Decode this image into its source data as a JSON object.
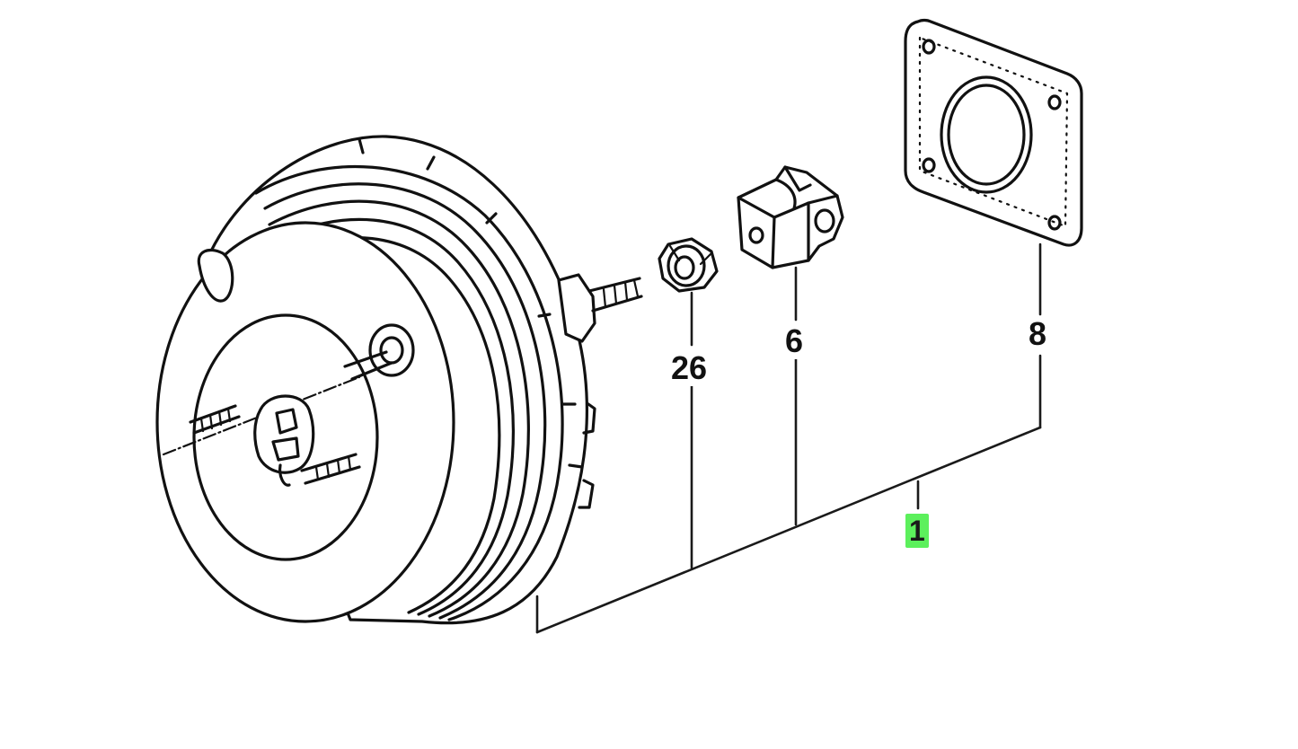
{
  "callouts": {
    "booster": "1",
    "nut": "26",
    "clevis": "6",
    "gasket": "8"
  },
  "colors": {
    "highlight": "#5cf05c",
    "ink": "#111111",
    "background": "#ffffff"
  }
}
